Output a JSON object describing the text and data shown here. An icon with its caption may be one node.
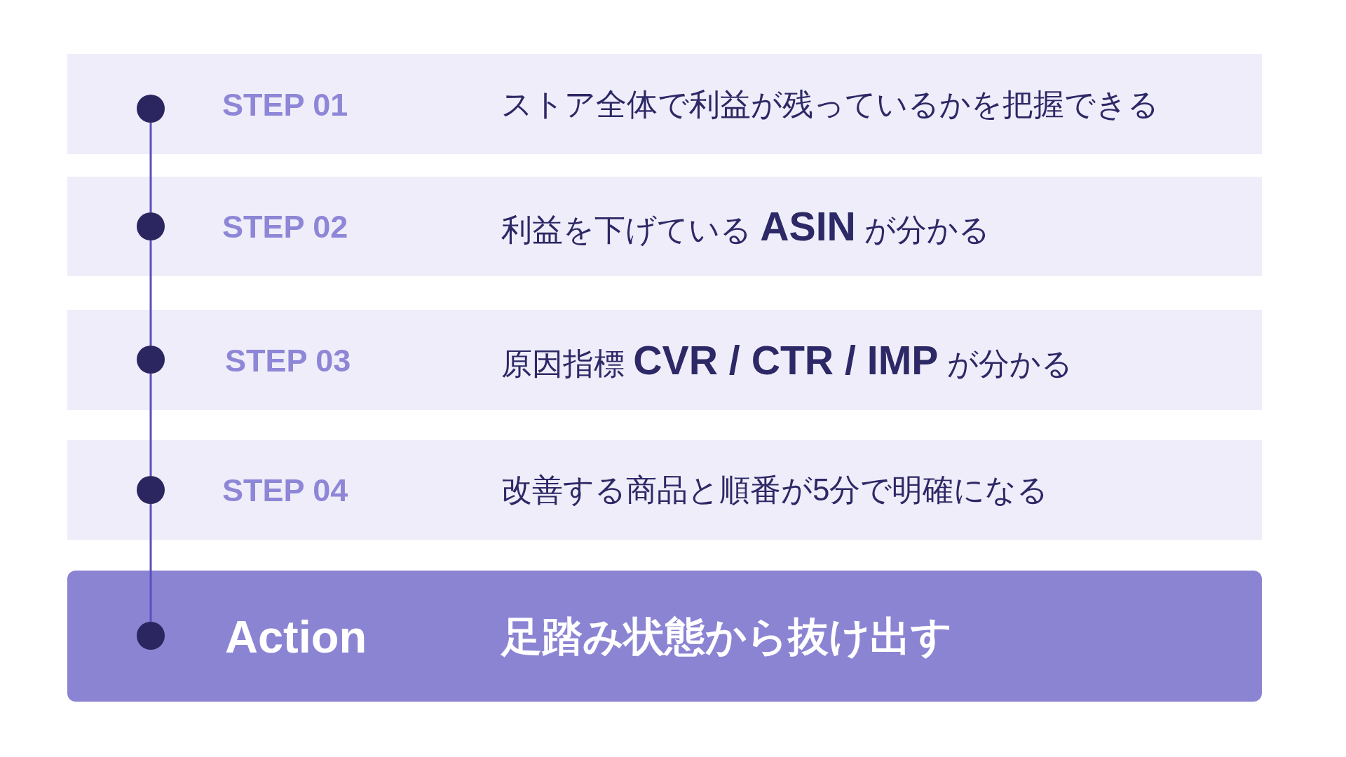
{
  "diagram": {
    "nodes": [
      {
        "text": [
          "STEP 01",
          "ストア全体で利益が残っているかを把握できる"
        ]
      },
      {
        "text": [],
        "shape": "circle",
        "in": 0
      },
      {
        "text": [
          "STEP 02",
          "利益を下げている **ASIN** が分かる"
        ]
      },
      {
        "text": [],
        "shape": "circle",
        "in": 2
      },
      {
        "text": [
          "STEP 03",
          "原因指標 **CVR / CTR / IMP** が分かる"
        ]
      },
      {
        "text": [],
        "shape": "circle",
        "in": 4
      },
      {
        "text": [
          "STEP 04",
          "改善する商品と順番が5分で明確になる"
        ]
      },
      {
        "text": [],
        "shape": "circle",
        "in": 6
      },
      {
        "text": [
          "Action",
          "足踏み状態から抜け出す"
        ]
      },
      {
        "text": [],
        "shape": "circle",
        "in": 8
      }
    ],
    "edges": [
      {
        "from": 1,
        "to": 3,
        "arrow": "none"
      },
      {
        "from": 3,
        "to": 5,
        "arrow": "none"
      },
      {
        "from": 5,
        "to": 7,
        "arrow": "none"
      },
      {
        "from": 7,
        "to": 9,
        "arrow": "none"
      }
    ]
  }
}
